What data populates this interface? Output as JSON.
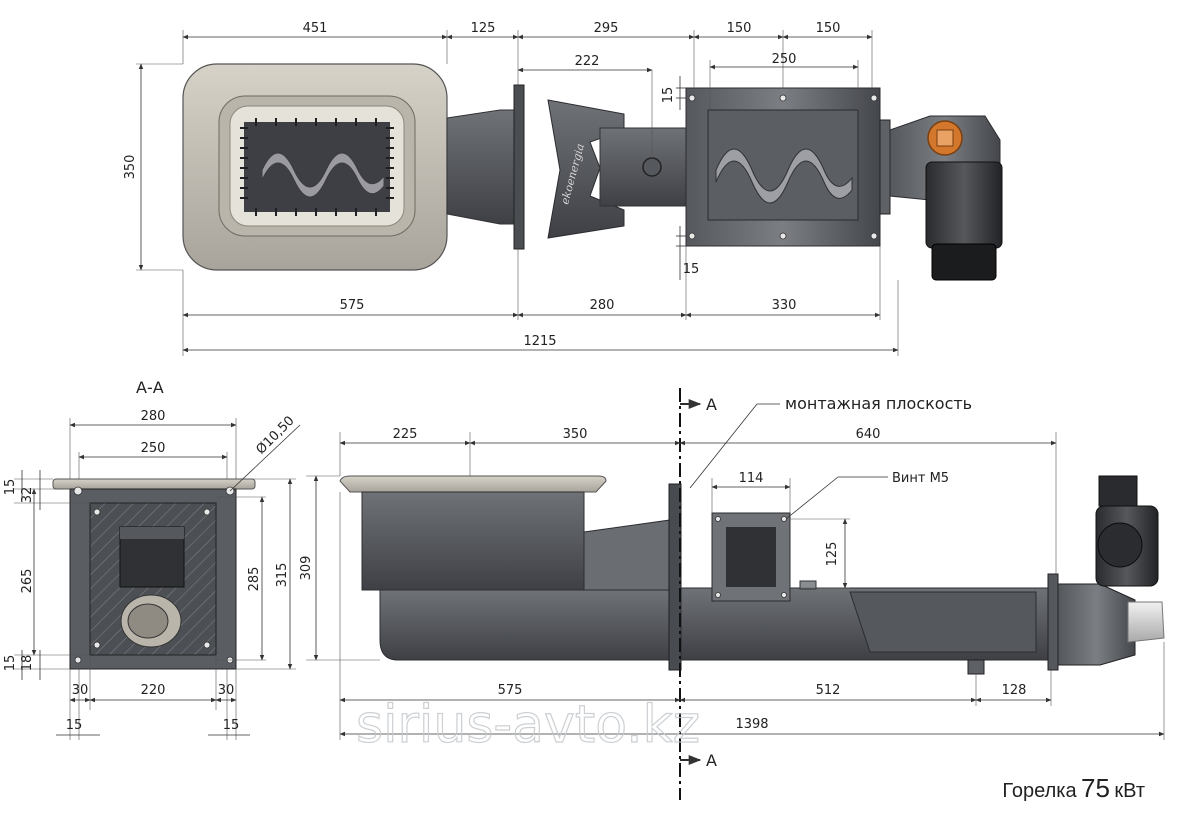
{
  "top_view": {
    "dims": {
      "w451": "451",
      "w125": "125",
      "w295": "295",
      "w150a": "150",
      "w150b": "150",
      "w222": "222",
      "w250": "250",
      "v15a": "15",
      "v15b": "15",
      "h350": "350",
      "w575": "575",
      "w280": "280",
      "w330": "330",
      "w1215": "1215"
    },
    "logo_text": "ekoenergia"
  },
  "section_view": {
    "title": "А-А",
    "dims": {
      "w280": "280",
      "w250": "250",
      "dia": "Ø10,50",
      "v15t": "15",
      "v32": "32",
      "v265": "265",
      "v15b": "15",
      "v18": "18",
      "v285": "285",
      "v315": "315",
      "b30a": "30",
      "b220": "220",
      "b30b": "30",
      "b15a": "15",
      "b15b": "15"
    }
  },
  "side_view": {
    "mount_label": "монтажная плоскость",
    "screw_label": "Винт М5",
    "section_mark_top": "А",
    "section_mark_bottom": "А",
    "dims": {
      "w225": "225",
      "w350": "350",
      "w640": "640",
      "w114": "114",
      "v125": "125",
      "v309": "309",
      "w575": "575",
      "w512": "512",
      "w128": "128",
      "w1398": "1398"
    }
  },
  "caption": {
    "prefix": "Горелка",
    "power": "75",
    "unit": "кВт"
  },
  "watermark": "sirius-avto.kz",
  "colors": {
    "steel_dark": "#4e5156",
    "steel_mid": "#6a6d72",
    "steel_light": "#c9c5bb",
    "accent_orange": "#d2772c"
  }
}
